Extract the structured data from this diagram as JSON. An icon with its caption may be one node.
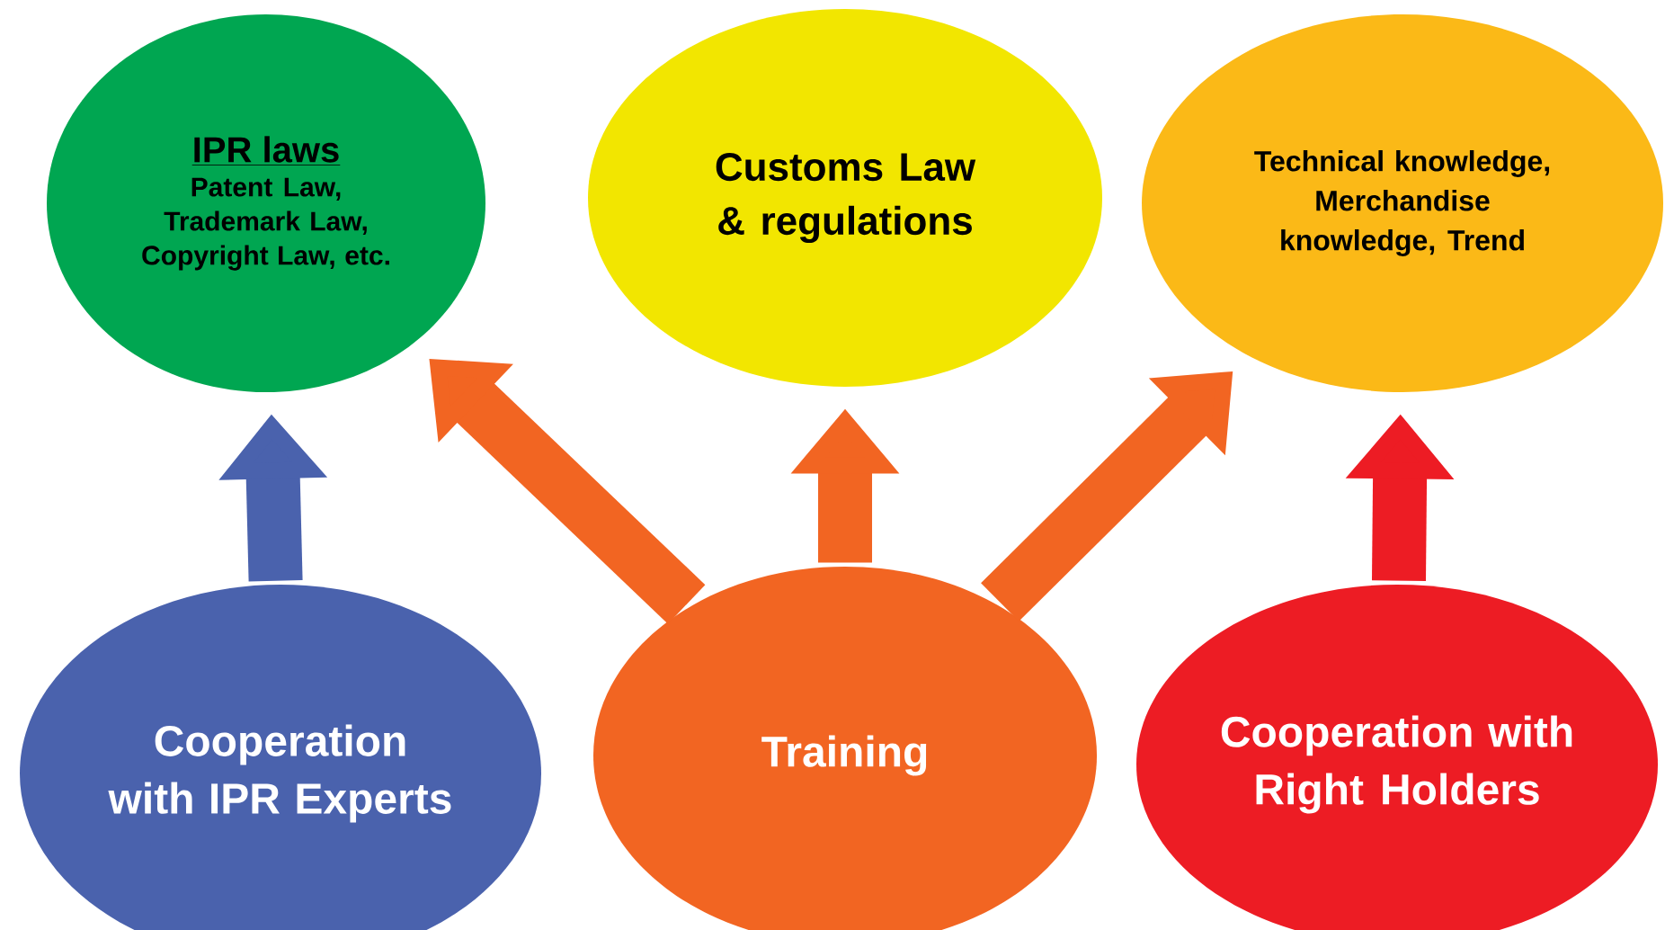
{
  "diagram": {
    "nodes": [
      {
        "text": [
          "IPR laws",
          "Patent Law, Trademark Law, Copyright Law, etc."
        ]
      },
      {
        "text": [
          "Customs Law & regulations"
        ]
      },
      {
        "text": [
          "Technical knowledge, Merchandise knowledge, Trend"
        ]
      },
      {
        "text": [
          "Cooperation with IPR Experts"
        ]
      },
      {
        "text": [
          "Training"
        ]
      },
      {
        "text": [
          "Cooperation with Right Holders"
        ]
      }
    ],
    "edges": [
      {
        "from": 3,
        "to": 0,
        "arrow": "to",
        "color": "#4a62ad"
      },
      {
        "from": 4,
        "to": 0,
        "arrow": "to"
      },
      {
        "from": 4,
        "to": 1,
        "arrow": "to"
      },
      {
        "from": 4,
        "to": 2,
        "arrow": "to"
      },
      {
        "from": 5,
        "to": 2,
        "arrow": "to",
        "color": "#ed1c24"
      }
    ]
  }
}
